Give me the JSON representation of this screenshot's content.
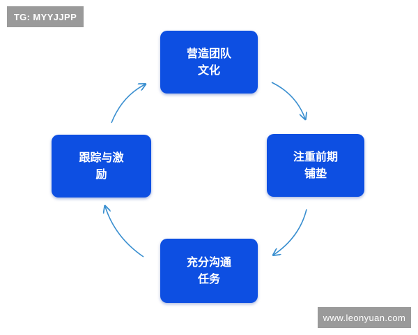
{
  "watermarks": {
    "top_left": "TG: MYYJJPP",
    "bottom_right": "www.leonyuan.com"
  },
  "cycle": {
    "steps": [
      {
        "label": "营造团队文化"
      },
      {
        "label": "注重前期铺垫"
      },
      {
        "label": "充分沟通任务"
      },
      {
        "label": "跟踪与激励"
      }
    ]
  },
  "colors": {
    "box_fill": "#0d4fe2",
    "box_text": "#ffffff",
    "arrow": "#3a8fd0",
    "watermark_bg": "#9a9a9a",
    "background": "#ffffff"
  }
}
